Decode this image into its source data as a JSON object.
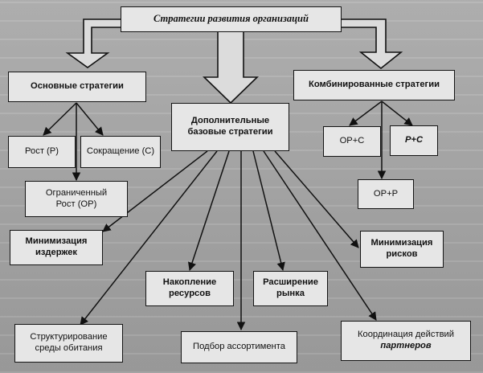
{
  "diagram": {
    "title": "Стратегии развития организаций",
    "basic": "Основные стратегии",
    "combined": "Комбинированные стратегии",
    "additional_line1": "Дополнительные",
    "additional_line2": "базовые стратегии",
    "growth": "Рост (Р)",
    "reduction": "Сокращение (С)",
    "limited_line1": "Ограниченный",
    "limited_line2": "Рост (ОР)",
    "or_s": "ОР+С",
    "r_s": "Р+С",
    "or_r": "ОР+Р",
    "cost_line1": "Минимизация",
    "cost_line2": "издержек",
    "risk_line1": "Минимизация",
    "risk_line2": "рисков",
    "accum_line1": "Накопление",
    "accum_line2": "ресурсов",
    "market_line1": "Расширение",
    "market_line2": "рынка",
    "env_line1": "Структурирование",
    "env_line2": "среды обитания",
    "assortment": "Подбор ассортимента",
    "partners_line1": "Координация действий",
    "partners_line2": "партнеров"
  }
}
